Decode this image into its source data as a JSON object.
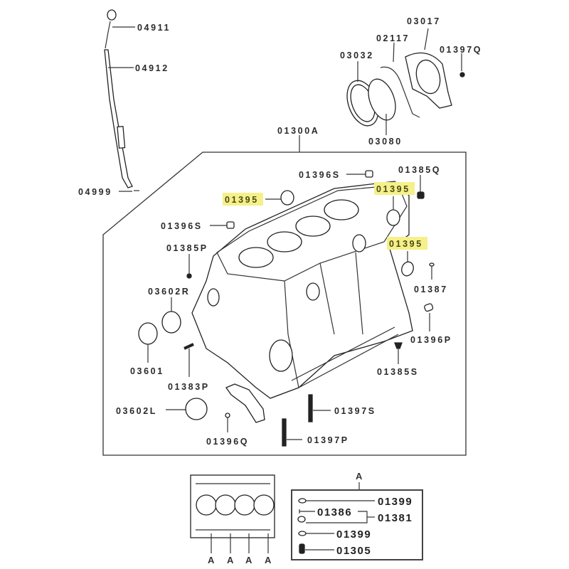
{
  "diagram": {
    "title": "Cylinder block assembly",
    "assembly_label": "01300A",
    "highlight_color": "#f5f08a",
    "callouts": [
      {
        "id": "dipstick",
        "part": "04911",
        "highlighted": false
      },
      {
        "id": "dipstick-guide",
        "part": "04912",
        "highlighted": false
      },
      {
        "id": "dipstick-clip",
        "part": "04999",
        "highlighted": false
      },
      {
        "id": "rear-oil-seal-case",
        "part": "03017",
        "highlighted": false
      },
      {
        "id": "seal-case-gasket",
        "part": "02117",
        "highlighted": false
      },
      {
        "id": "case-bolt",
        "part": "01397Q",
        "highlighted": false
      },
      {
        "id": "rear-oil-seal",
        "part": "03032",
        "highlighted": false
      },
      {
        "id": "oil-seal-ring",
        "part": "03080",
        "highlighted": false
      },
      {
        "id": "dowel-top",
        "part": "01396S",
        "highlighted": false
      },
      {
        "id": "plug-q",
        "part": "01385Q",
        "highlighted": false
      },
      {
        "id": "core-plug-left",
        "part": "01395",
        "highlighted": true
      },
      {
        "id": "core-plug-right-top",
        "part": "01395",
        "highlighted": true
      },
      {
        "id": "dowel-left",
        "part": "01396S",
        "highlighted": false
      },
      {
        "id": "core-plug-right-mid",
        "part": "01395",
        "highlighted": true
      },
      {
        "id": "plug-p",
        "part": "01385P",
        "highlighted": false
      },
      {
        "id": "pin-01387",
        "part": "01387",
        "highlighted": false
      },
      {
        "id": "bushing-r",
        "part": "03602R",
        "highlighted": false
      },
      {
        "id": "dowel-p",
        "part": "01396P",
        "highlighted": false
      },
      {
        "id": "bushing-front",
        "part": "03601",
        "highlighted": false
      },
      {
        "id": "plug-s",
        "part": "01385S",
        "highlighted": false
      },
      {
        "id": "stud-p",
        "part": "01383P",
        "highlighted": false
      },
      {
        "id": "bolt-s",
        "part": "01397S",
        "highlighted": false
      },
      {
        "id": "bushing-l",
        "part": "03602L",
        "highlighted": false
      },
      {
        "id": "dowel-q",
        "part": "01396Q",
        "highlighted": false
      },
      {
        "id": "bolt-p",
        "part": "01397P",
        "highlighted": false
      }
    ],
    "inset": {
      "view_markers": [
        "A",
        "A",
        "A",
        "A"
      ],
      "legend_title": "A",
      "legend_items": [
        {
          "part": "01399"
        },
        {
          "part": "01386"
        },
        {
          "part": "01381"
        },
        {
          "part": "01399"
        },
        {
          "part": "01305"
        }
      ]
    }
  }
}
